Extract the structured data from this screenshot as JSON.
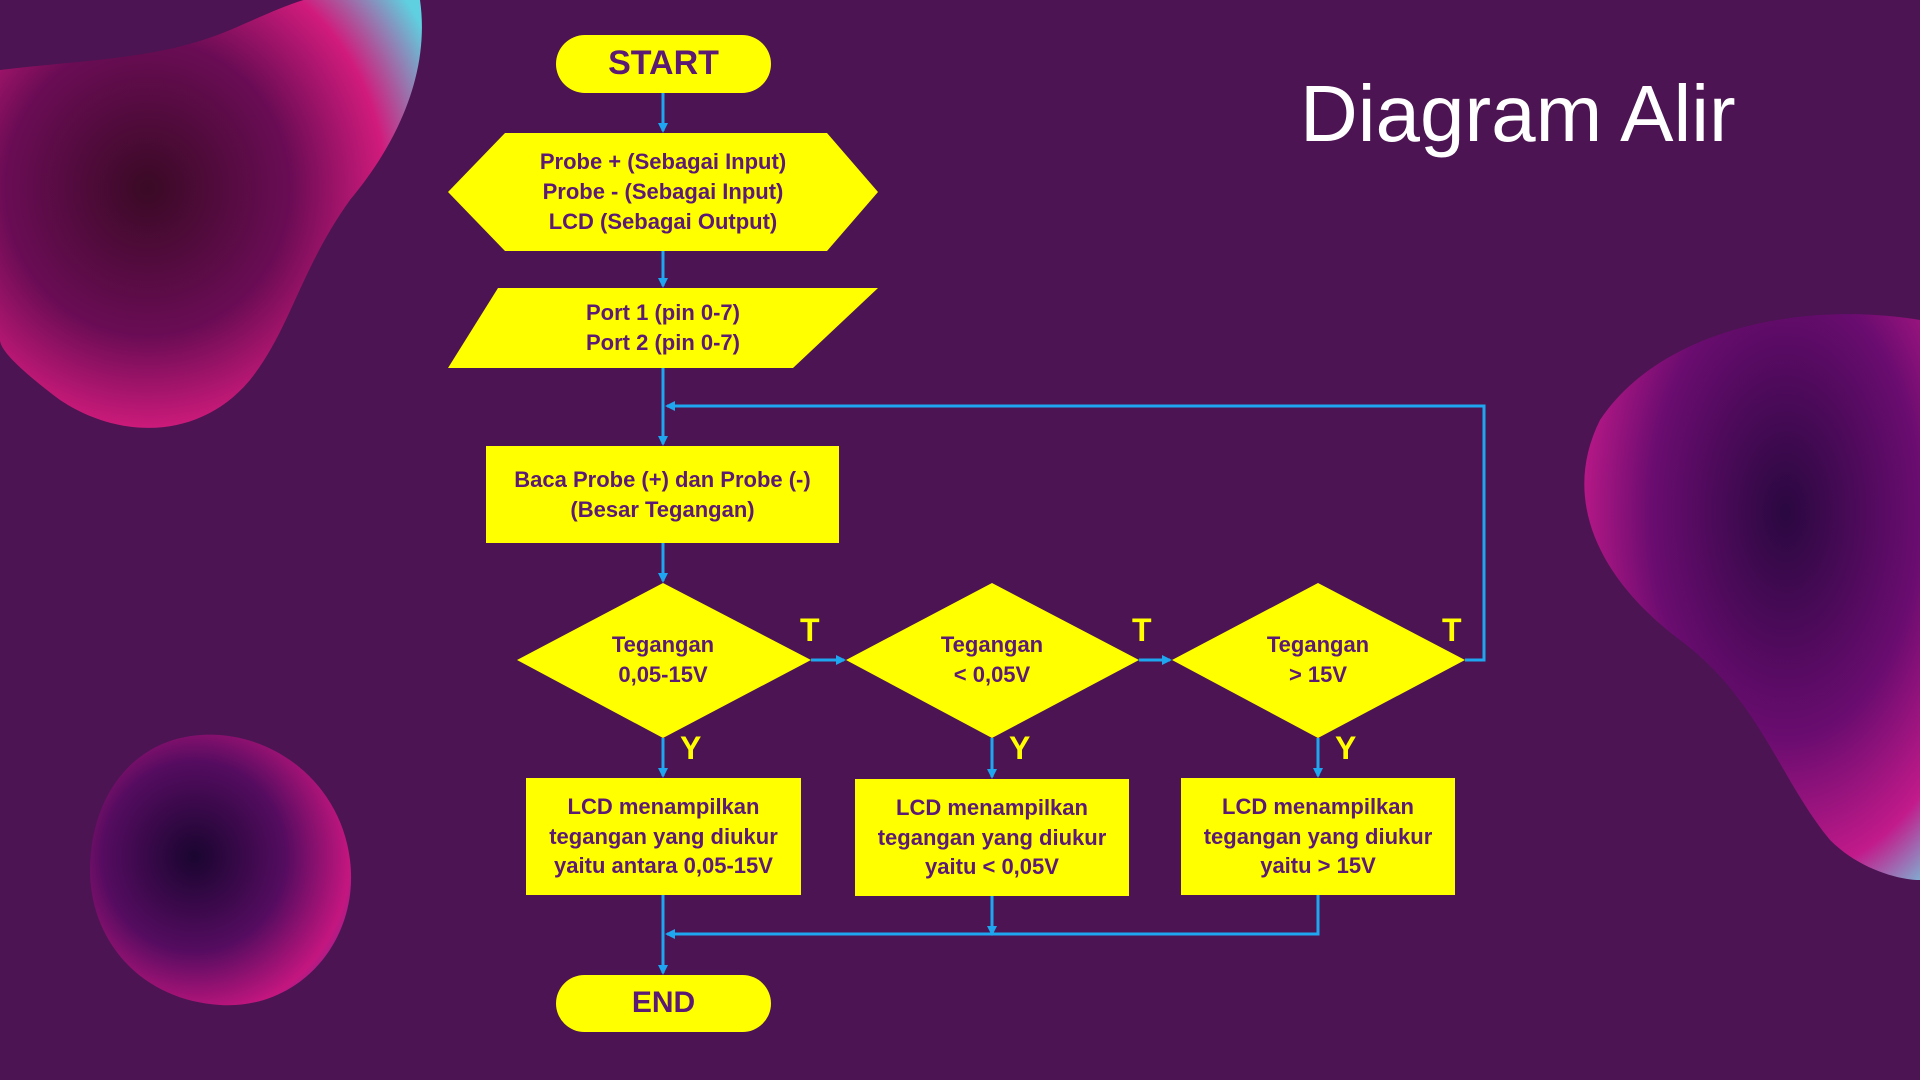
{
  "title": "Diagram Alir",
  "colors": {
    "background": "#4c1452",
    "shape_fill": "#ffff00",
    "shape_text": "#5b1a74",
    "arrow": "#1ea7f0",
    "title_text": "#ffffff"
  },
  "flowchart": {
    "start": "START",
    "init": [
      "Probe + (Sebagai Input)",
      "Probe - (Sebagai Input)",
      "LCD (Sebagai Output)"
    ],
    "ports": [
      "Port 1 (pin 0-7)",
      "Port 2 (pin 0-7)"
    ],
    "read": [
      "Baca Probe (+) dan Probe (-)",
      "(Besar Tegangan)"
    ],
    "decisions": [
      {
        "lines": [
          "Tegangan",
          "0,05-15V"
        ],
        "yes": "Y",
        "no": "T"
      },
      {
        "lines": [
          "Tegangan",
          "< 0,05V"
        ],
        "yes": "Y",
        "no": "T"
      },
      {
        "lines": [
          "Tegangan",
          "> 15V"
        ],
        "yes": "Y",
        "no": "T"
      }
    ],
    "outputs": [
      [
        "LCD menampilkan",
        "tegangan yang diukur",
        "yaitu antara 0,05-15V"
      ],
      [
        "LCD menampilkan",
        "tegangan yang diukur",
        "yaitu < 0,05V"
      ],
      [
        "LCD menampilkan",
        "tegangan yang diukur",
        "yaitu > 15V"
      ]
    ],
    "end": "END"
  }
}
